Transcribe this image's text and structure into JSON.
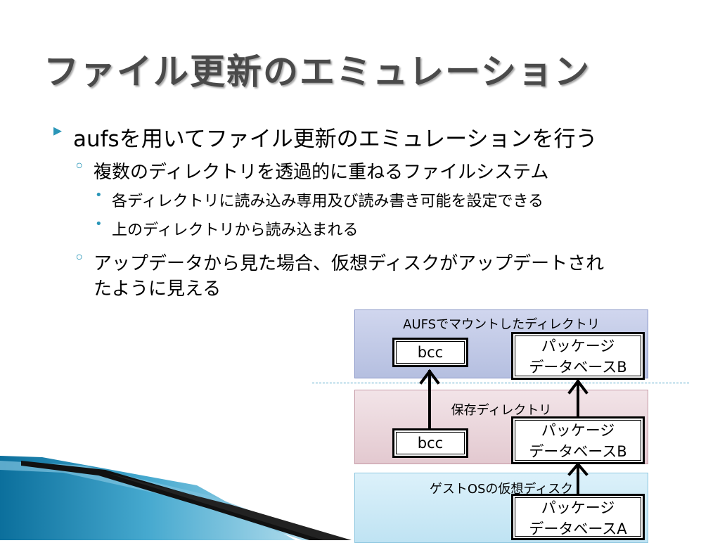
{
  "slide": {
    "title": "ファイル更新のエミュレーション",
    "bullets": {
      "b1": "aufsを用いてファイル更新のエミュレーションを行う",
      "b1_1": "複数のディレクトリを透過的に重ねるファイルシステム",
      "b1_1_1": "各ディレクトリに読み込み専用及び読み書き可能を設定できる",
      "b1_1_2": "上のディレクトリから読み込まれる",
      "b1_2_line1": "アップデータから見た場合、仮想ディスクがアップデートされ",
      "b1_2_line2": "たように見える"
    },
    "markers": {
      "level1": "▸",
      "level2": "◦",
      "level3": "•"
    }
  },
  "diagram": {
    "aufs_layer": {
      "label": "AUFSでマウントしたディレクトリ",
      "color": "#c3cbe6",
      "box_bcc": "bcc",
      "box_pkg_line1": "パッケージ",
      "box_pkg_line2": "データベースB"
    },
    "save_layer": {
      "label": "保存ディレクトリ",
      "color": "#ecd9de",
      "box_bcc": "bcc",
      "box_pkg_line1": "パッケージ",
      "box_pkg_line2": "データベースB"
    },
    "guest_layer": {
      "label": "ゲストOSの仮想ディスク",
      "color": "#cdeaf6",
      "box_pkg_line1": "パッケージ",
      "box_pkg_line2": "データベースA"
    }
  },
  "colors": {
    "accent": "#2a96b8",
    "title": "#4a4a4a"
  }
}
